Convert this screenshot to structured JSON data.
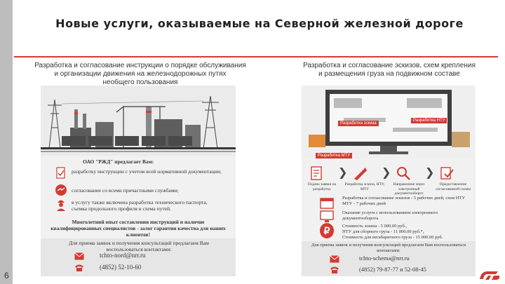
{
  "slide": {
    "title": "Новые услуги, оказываемые на Северной железной дороге",
    "page_number": "6",
    "accent_color": "#d43a32"
  },
  "left": {
    "caption_lines": [
      "Разработка и согласование инструкции о порядке обслуживания",
      "и организации движения на железнодорожных путях",
      "необщего пользования"
    ],
    "poster": {
      "intro": "ОАО \"РЖД\" предлагает Вам:",
      "items": [
        {
          "icon": "document-check-icon",
          "text": "разработку инструкции с учетом всей нормативной документации;"
        },
        {
          "icon": "handshake-icon",
          "text": "согласование со всеми причастными службами;"
        },
        {
          "icon": "worker-icon",
          "text": "в услугу также включена разработка технического паспорта, съемка продольного профиля и схема путей."
        }
      ],
      "experience": "Многолетний опыт составления инструкций и наличие квалифицированных специалистов - залог гарантии качества для наших клиентов!",
      "contacts_label": "Для приема заявок и получения консультаций предлагаем Вам воспользоваться контактами:",
      "email": "tchto-nord@nrr.ru",
      "phone": "(4852) 52-10-60"
    }
  },
  "right": {
    "caption_lines": [
      "Разработка и согласование эскизов, схем крепления",
      "и размещения груза на подвижном составе"
    ],
    "poster": {
      "screen_labels": [
        "Разработка эскиза",
        "Разработка НТУ",
        "Разработка МТУ"
      ],
      "steps": [
        {
          "icon": "form-icon",
          "label": "Подача заявки на разработку"
        },
        {
          "icon": "ruler-icon",
          "label": "Разработка эскиза, НТУ, МТУ"
        },
        {
          "icon": "magnifier-icon",
          "label": "Направление через электронный документооборот"
        },
        {
          "icon": "approve-icon",
          "label": "Предоставление согласованной схемы"
        }
      ],
      "terms": "Разработка и согласование эскизов - 5 рабочих дней, схем НТУ МТУ - 7 рабочих дней",
      "edo": "Оказание услуги с использованием электронного документооборота",
      "price_lines": [
        "Стоимость эскиза - 5 000.00 руб.,",
        "НТУ для сборного груза - 11 000.00 руб.*,",
        "Стоимость для негабаритного груза - 15 000.00 руб."
      ],
      "contacts_label": "Для приема заявок и получения консультаций предлагаем Вам воспользоваться контактами:",
      "email": "tchto-schema@nrr.ru",
      "phone": "(4852) 79-87-77 и 52-08-45"
    }
  }
}
